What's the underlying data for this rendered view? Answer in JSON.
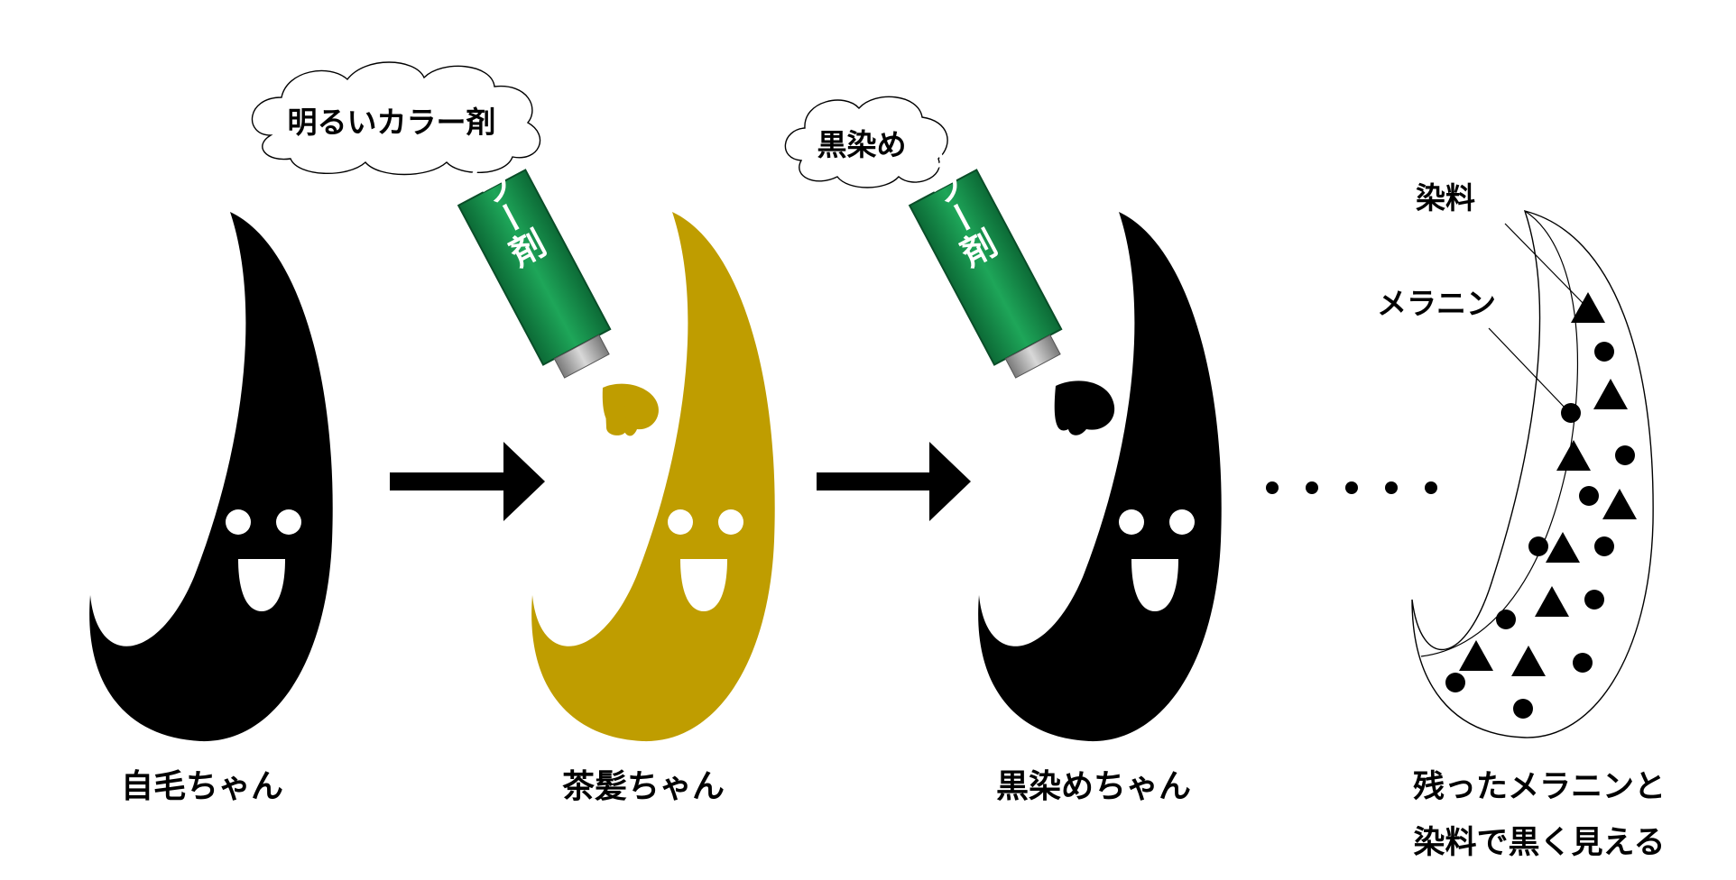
{
  "bubbles": {
    "bright_color": "明るいカラー剤",
    "black_dye": "黒染め"
  },
  "tube_label": "カラー剤",
  "characters": [
    {
      "label": "自毛ちゃん",
      "color": "#000000"
    },
    {
      "label": "茶髪ちゃん",
      "color": "#BF9D00"
    },
    {
      "label": "黒染めちゃん",
      "color": "#000000"
    }
  ],
  "cross_section": {
    "dye_label": "染料",
    "melanin_label": "メラニン",
    "caption_line1": "残ったメラニンと",
    "caption_line2": "染料で黒く見える"
  },
  "colors": {
    "tube_green": "#16884A",
    "brown_hair": "#BF9D00",
    "ink": "#000000"
  }
}
